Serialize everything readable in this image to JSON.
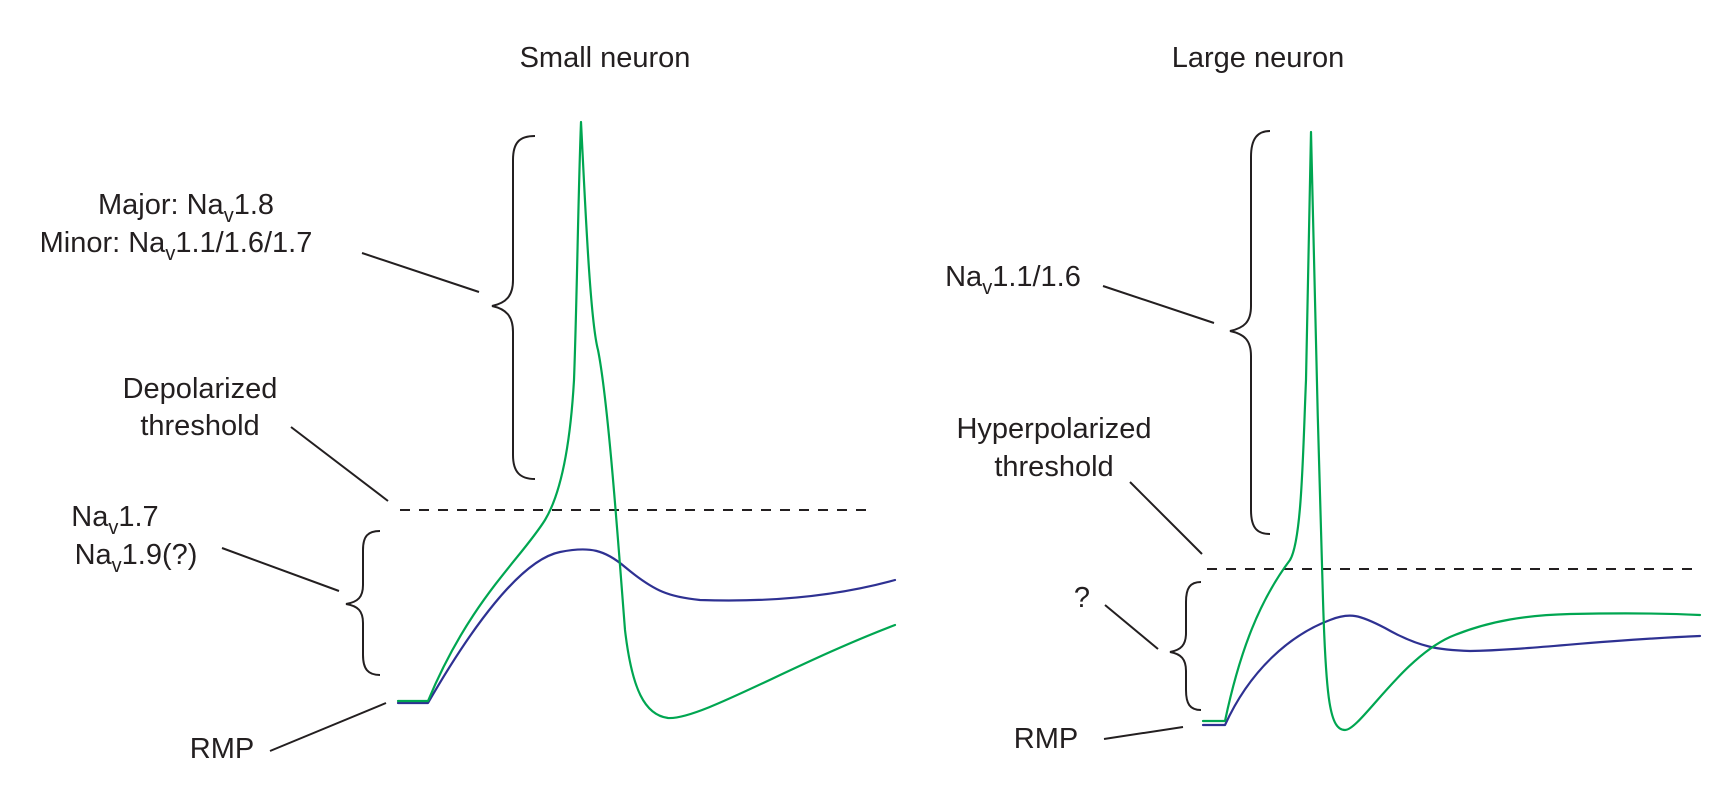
{
  "colors": {
    "large_channel_trace": "#00a651",
    "small_channel_trace": "#2e3192",
    "annotation": "#231f20"
  },
  "panels": [
    {
      "title": "Small neuron",
      "spike_label": {
        "line1_prefix": "Major: Na",
        "line1_sub": "v",
        "line1_suffix": "1.8",
        "line2_prefix": "Minor: Na",
        "line2_sub": "v",
        "line2_suffix": "1.1/1.6/1.7"
      },
      "threshold_label": {
        "line1": "Depolarized",
        "line2": "threshold"
      },
      "subthreshold_label": {
        "line1_prefix": "Na",
        "line1_sub": "v",
        "line1_suffix": "1.7",
        "line2_prefix": "Na",
        "line2_sub": "v",
        "line2_suffix": "1.9(?)"
      },
      "rmp_label": "RMP"
    },
    {
      "title": "Large neuron",
      "spike_label": {
        "line1_prefix": "Na",
        "line1_sub": "v",
        "line1_suffix": "1.1/1.6"
      },
      "threshold_label": {
        "line1": "Hyperpolarized",
        "line2": "threshold"
      },
      "subthreshold_label": {
        "line1": "?"
      },
      "rmp_label": "RMP"
    }
  ]
}
